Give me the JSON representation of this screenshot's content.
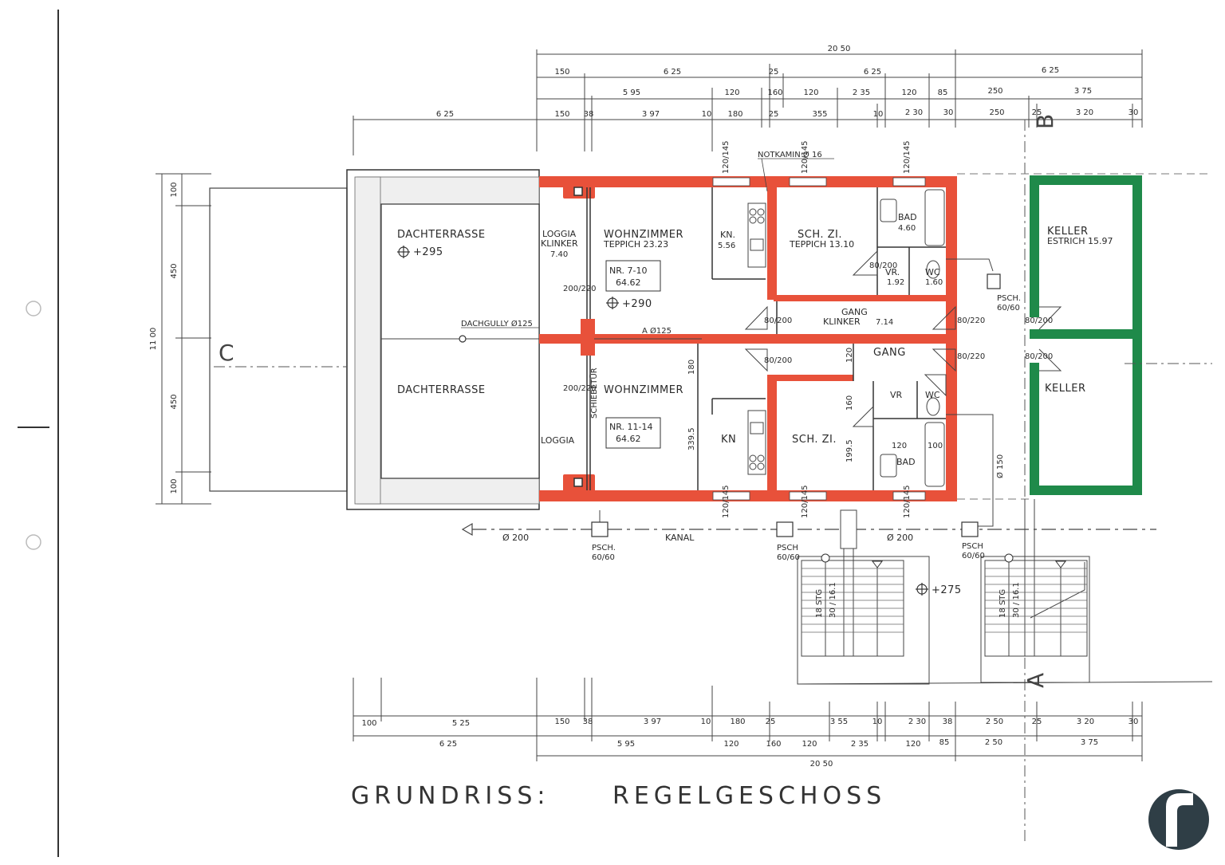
{
  "title": {
    "left": "GRUNDRISS:",
    "right": "REGELGESCHOSS"
  },
  "section_marks": {
    "b": "B",
    "c": "C",
    "a": "A"
  },
  "dims_top": {
    "total": "20 50",
    "row1": [
      "150",
      "6 25",
      "25",
      "6 25",
      "6 25"
    ],
    "row2": [
      "5 95",
      "120",
      "160",
      "120",
      "2 35",
      "120",
      "85",
      "250",
      "3 75"
    ],
    "row3": [
      "6 25",
      "150",
      "38",
      "3 97",
      "10",
      "180",
      "25",
      "355",
      "10",
      "2 30",
      "30",
      "250",
      "25",
      "3 20",
      "30"
    ]
  },
  "dims_bottom": {
    "row1": [
      "100",
      "5 25",
      "150",
      "38",
      "3 97",
      "10",
      "180",
      "25",
      "3 55",
      "10",
      "2 30",
      "38",
      "2 50",
      "25",
      "3 20",
      "30"
    ],
    "row2": [
      "6 25",
      "5 95",
      "120",
      "160",
      "120",
      "2 35",
      "120",
      "85",
      "2 50",
      "3 75"
    ],
    "total": "20 50"
  },
  "dims_left": {
    "total": "11 00",
    "parts": [
      "100",
      "450",
      "450",
      "100"
    ]
  },
  "rooms": {
    "dachterrasse_top": {
      "name": "DACHTERRASSE",
      "level": "+295"
    },
    "dachterrasse_bottom": {
      "name": "DACHTERRASSE"
    },
    "loggia_top": {
      "name": "LOGGIA",
      "floor": "KLINKER",
      "area": "7.40"
    },
    "loggia_bottom": {
      "name": "LOGGIA"
    },
    "wohnzimmer_top": {
      "name": "WOHNZIMMER",
      "floor": "TEPPICH 23.23"
    },
    "wohnzimmer_bottom": {
      "name": "WOHNZIMMER"
    },
    "kn_top": {
      "name": "KN.",
      "area": "5.56"
    },
    "kn_bottom": {
      "name": "KN"
    },
    "schzi_top": {
      "name": "SCH. ZI.",
      "floor": "TEPPICH 13.10"
    },
    "schzi_bottom": {
      "name": "SCH. ZI."
    },
    "bad_top": {
      "name": "BAD",
      "area": "4.60"
    },
    "bad_bottom": {
      "name": "BAD"
    },
    "vr_top": {
      "name": "VR.",
      "area": "1.92"
    },
    "vr_bottom": {
      "name": "VR"
    },
    "wc_top": {
      "name": "WC",
      "area": "1.60"
    },
    "wc_bottom": {
      "name": "WC"
    },
    "gang_top": {
      "name": "GANG",
      "floor": "KLINKER",
      "area": "7.14"
    },
    "gang_bottom": {
      "name": "GANG"
    },
    "keller_top": {
      "name": "KELLER",
      "floor": "ESTRICH 15.97"
    },
    "keller_bottom": {
      "name": "KELLER"
    }
  },
  "units": {
    "top": {
      "nr": "NR. 7-10",
      "area": "64.62"
    },
    "bottom": {
      "nr": "NR. 11-14",
      "area": "64.62"
    }
  },
  "annotations": {
    "level_290": "+290",
    "level_275": "+275",
    "dachgully": "DACHGULLY Ø125",
    "notkamin": "NOTKAMIN Ø 16",
    "ao125": "A Ø125",
    "schiebetuer": "SCHIEBETÜR",
    "kanal": "KANAL",
    "d200_left": "Ø 200",
    "d200_right": "Ø 200",
    "d150": "Ø 150",
    "psch_1": "PSCH.",
    "psch_1b": "60/60",
    "psch_2": "PSCH",
    "psch_2b": "60/60",
    "psch_3": "PSCH",
    "psch_3b": "60/60",
    "psch_4": "PSCH.",
    "psch_4b": "60/60",
    "stair_1": "18 STG",
    "stair_1b": "30 / 16.1",
    "stair_2": "18 STG",
    "stair_2b": "30 / 16.1",
    "door_80_200": "80/200",
    "door_200_220": "200/220",
    "door_80_220": "80/220",
    "win_120_145": "120/145",
    "d_180": "180",
    "d_120": "120",
    "d_3395": "339.5",
    "d_1995": "199.5",
    "d_100": "100",
    "d_160": "160"
  },
  "colors": {
    "wall_red": "#e8513a",
    "wall_green": "#1f8a4a",
    "line": "#3a3a3a",
    "logo": "#2f3e46"
  },
  "icons": [
    "logo-mark-icon",
    "level-marker-icon",
    "door-arc-icon",
    "fixture-icon"
  ]
}
